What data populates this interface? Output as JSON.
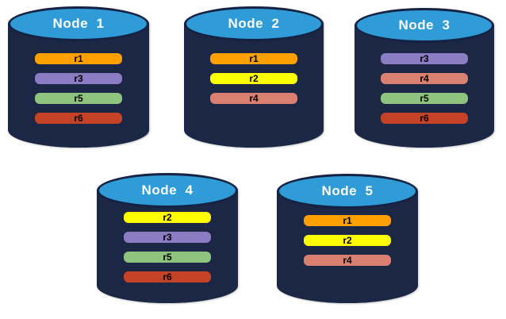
{
  "diagram": {
    "description_visible_text_only": "",
    "colors": {
      "background": "#ffffff",
      "cylinder_body": "#1B2745",
      "cylinder_top": "#2F9BD7",
      "cylinder_outline": "#152243",
      "title_text": "#ffffff",
      "bar_text": "#000000",
      "replica_colors": {
        "r1": "#FFA001",
        "r2": "#FEFE00",
        "r3": "#8B7DC3",
        "r4": "#D98070",
        "r5": "#8FC47E",
        "r6": "#C64227"
      }
    }
  },
  "nodes": [
    {
      "title": "Node  1",
      "replicas": [
        {
          "label": "r1",
          "color": "#FFA001"
        },
        {
          "label": "r3",
          "color": "#8B7DC3"
        },
        {
          "label": "r5",
          "color": "#8FC47E"
        },
        {
          "label": "r6",
          "color": "#C64227"
        }
      ]
    },
    {
      "title": "Node  2",
      "replicas": [
        {
          "label": "r1",
          "color": "#FFA001"
        },
        {
          "label": "r2",
          "color": "#FEFE00"
        },
        {
          "label": "r4",
          "color": "#D98070"
        }
      ]
    },
    {
      "title": "Node  3",
      "replicas": [
        {
          "label": "r3",
          "color": "#8B7DC3"
        },
        {
          "label": "r4",
          "color": "#D98070"
        },
        {
          "label": "r5",
          "color": "#8FC47E"
        },
        {
          "label": "r6",
          "color": "#C64227"
        }
      ]
    },
    {
      "title": "Node  4",
      "replicas": [
        {
          "label": "r2",
          "color": "#FEFE00"
        },
        {
          "label": "r3",
          "color": "#8B7DC3"
        },
        {
          "label": "r5",
          "color": "#8FC47E"
        },
        {
          "label": "r6",
          "color": "#C64227"
        }
      ]
    },
    {
      "title": "Node  5",
      "replicas": [
        {
          "label": "r1",
          "color": "#FFA001"
        },
        {
          "label": "r2",
          "color": "#FEFE00"
        },
        {
          "label": "r4",
          "color": "#D98070"
        }
      ]
    }
  ]
}
